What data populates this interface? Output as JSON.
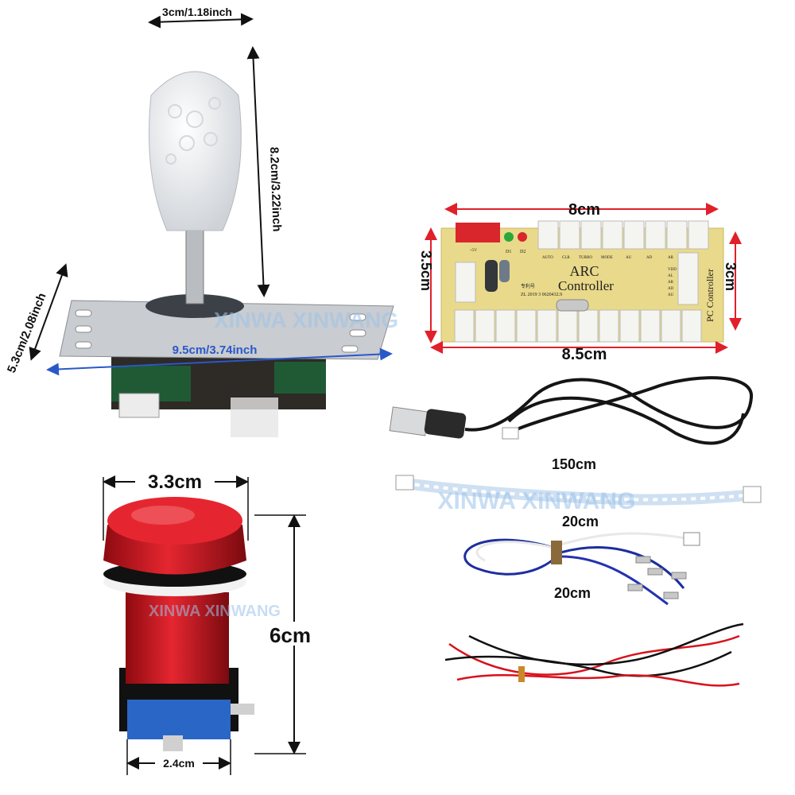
{
  "joystick": {
    "width_label": "3cm/1.18inch",
    "height_label": "8.2cm/3.22inch",
    "depth_label": "5.3cm/2.08inch",
    "plate_label": "9.5cm/3.74inch"
  },
  "board": {
    "width_top_label": "8cm",
    "width_bottom_label": "8.5cm",
    "height_left_label": "3.5cm",
    "height_right_label": "3cm",
    "title_line1": "ARC",
    "title_line2": "Controller",
    "side_text": "PC Controller",
    "patent_text": "专利号",
    "serial_text": "ZL 2019 3 0620432.9",
    "pin_labels": [
      "AUTO",
      "CLR",
      "TURBO",
      "MODE",
      "AU",
      "AD",
      "AR"
    ],
    "side_pins": [
      "VDD",
      "AL",
      "AR",
      "AD",
      "AU"
    ],
    "led_labels": [
      "D1",
      "D2"
    ],
    "power_label": "+5V"
  },
  "cables": {
    "usb_label": "150cm",
    "ribbon_label": "20cm",
    "wires_label": "20cm"
  },
  "button": {
    "width_label": "3.3cm",
    "height_label": "6cm",
    "base_label": "2.4cm",
    "color": "#d3121c"
  },
  "watermark": "XINWA XINWANG",
  "colors": {
    "dimension_arrow": "#e0202a",
    "plate_arrow": "#2a58c8",
    "pcb": "#e9d98a"
  }
}
